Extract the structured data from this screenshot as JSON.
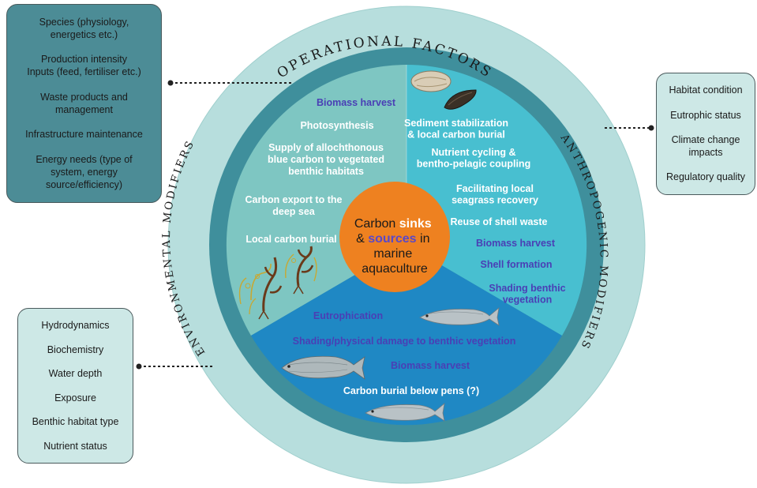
{
  "ring_labels": {
    "operational": "OPERATIONAL FACTORS",
    "anthropogenic": "ANTHROPOGENIC MODIFIERS",
    "environmental": "ENVIRONMENTAL MODIFIERS"
  },
  "center": {
    "line1_pre": "Carbon ",
    "line1_hl": "sinks",
    "line2_pre": "& ",
    "line2_hl": "sources",
    "line2_post": " in",
    "line3": "marine",
    "line4": "aquaculture"
  },
  "seaweed_sector": {
    "items": [
      {
        "lines": [
          "Biomass harvest"
        ],
        "kind": "source"
      },
      {
        "lines": [
          "Photosynthesis"
        ],
        "kind": "sink"
      },
      {
        "lines": [
          "Supply of allochthonous",
          "blue carbon to vegetated",
          "benthic habitats"
        ],
        "kind": "sink"
      },
      {
        "lines": [
          "Carbon export to the",
          "deep sea"
        ],
        "kind": "sink"
      },
      {
        "lines": [
          "Local carbon burial"
        ],
        "kind": "sink"
      }
    ]
  },
  "shellfish_sector": {
    "items": [
      {
        "lines": [
          "Sediment stabilization",
          "& local carbon burial"
        ],
        "kind": "sink"
      },
      {
        "lines": [
          "Nutrient cycling &",
          "bentho-pelagic coupling"
        ],
        "kind": "sink"
      },
      {
        "lines": [
          "Facilitating local",
          "seagrass recovery"
        ],
        "kind": "sink"
      },
      {
        "lines": [
          "Reuse of shell waste"
        ],
        "kind": "sink"
      },
      {
        "lines": [
          "Biomass harvest"
        ],
        "kind": "source"
      },
      {
        "lines": [
          "Shell formation"
        ],
        "kind": "source"
      },
      {
        "lines": [
          "Shading benthic",
          "vegetation"
        ],
        "kind": "source"
      }
    ]
  },
  "finfish_sector": {
    "items": [
      {
        "lines": [
          "Eutrophication"
        ],
        "kind": "source"
      },
      {
        "lines": [
          "Shading/physical damage to benthic vegetation"
        ],
        "kind": "source"
      },
      {
        "lines": [
          "Biomass harvest"
        ],
        "kind": "source"
      },
      {
        "lines": [
          "Carbon burial below pens (?)"
        ],
        "kind": "sink"
      }
    ]
  },
  "operational_factors_box": {
    "items": [
      "Species (physiology,\nenergetics etc.)",
      "Production intensity\nInputs (feed, fertiliser etc.)",
      "Waste products and\nmanagement",
      "Infrastructure maintenance",
      "Energy needs (type of\nsystem, energy\nsource/efficiency)"
    ]
  },
  "anthropogenic_box": {
    "items": [
      "Habitat condition",
      "Eutrophic status",
      "Climate change\nimpacts",
      "Regulatory quality"
    ]
  },
  "environmental_box": {
    "items": [
      "Hydrodynamics",
      "Biochemistry",
      "Water depth",
      "Exposure",
      "Benthic habitat type",
      "Nutrient status"
    ]
  },
  "colors": {
    "outer_ring": "#b7dedd",
    "mid_ring": "#3f8f9c",
    "seaweed_sector": "#7ec6c2",
    "shellfish_sector": "#48bfd0",
    "finfish_sector": "#1f88c4",
    "center": "#ee8120",
    "sink_text": "#ffffff",
    "source_text": "#4a3fb5",
    "center_sink": "#ffffff",
    "center_source": "#5a48c8"
  }
}
